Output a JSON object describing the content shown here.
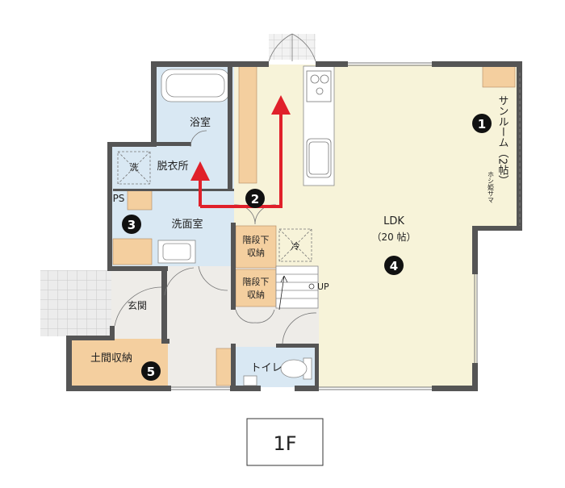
{
  "plan": {
    "floor_label": "1F",
    "rooms": {
      "bathroom": "浴室",
      "washer": "洗",
      "dressing": "脱衣所",
      "ps": "PS",
      "washroom": "洗面室",
      "stair_storage_1a": "階段下",
      "stair_storage_1b": "収納",
      "stair_storage_2a": "階段下",
      "stair_storage_2b": "収納",
      "fridge": "冷",
      "up": "UP",
      "ldk": "LDK",
      "ldk_size": "（20 帖）",
      "sunroom": "サンルーム（2帖）",
      "drying_pole": "ホシ姫サマ",
      "entrance": "玄関",
      "earth_storage": "土間収納",
      "toilet": "トイレ"
    },
    "markers": [
      "1",
      "2",
      "3",
      "4",
      "5"
    ]
  },
  "colors": {
    "ldk_fill": "#f7f3d9",
    "wet_fill": "#d9e8f3",
    "storage_fill": "#f4cf9f",
    "hall_fill": "#eeece8",
    "wall": "#555555",
    "arrow": "#e0202a",
    "marker": "#111111"
  },
  "icons": [
    "bathtub-icon",
    "sink-icon",
    "stove-icon",
    "kitchen-sink-icon",
    "toilet-icon",
    "door-swing-icon",
    "arrow-up-icon"
  ]
}
